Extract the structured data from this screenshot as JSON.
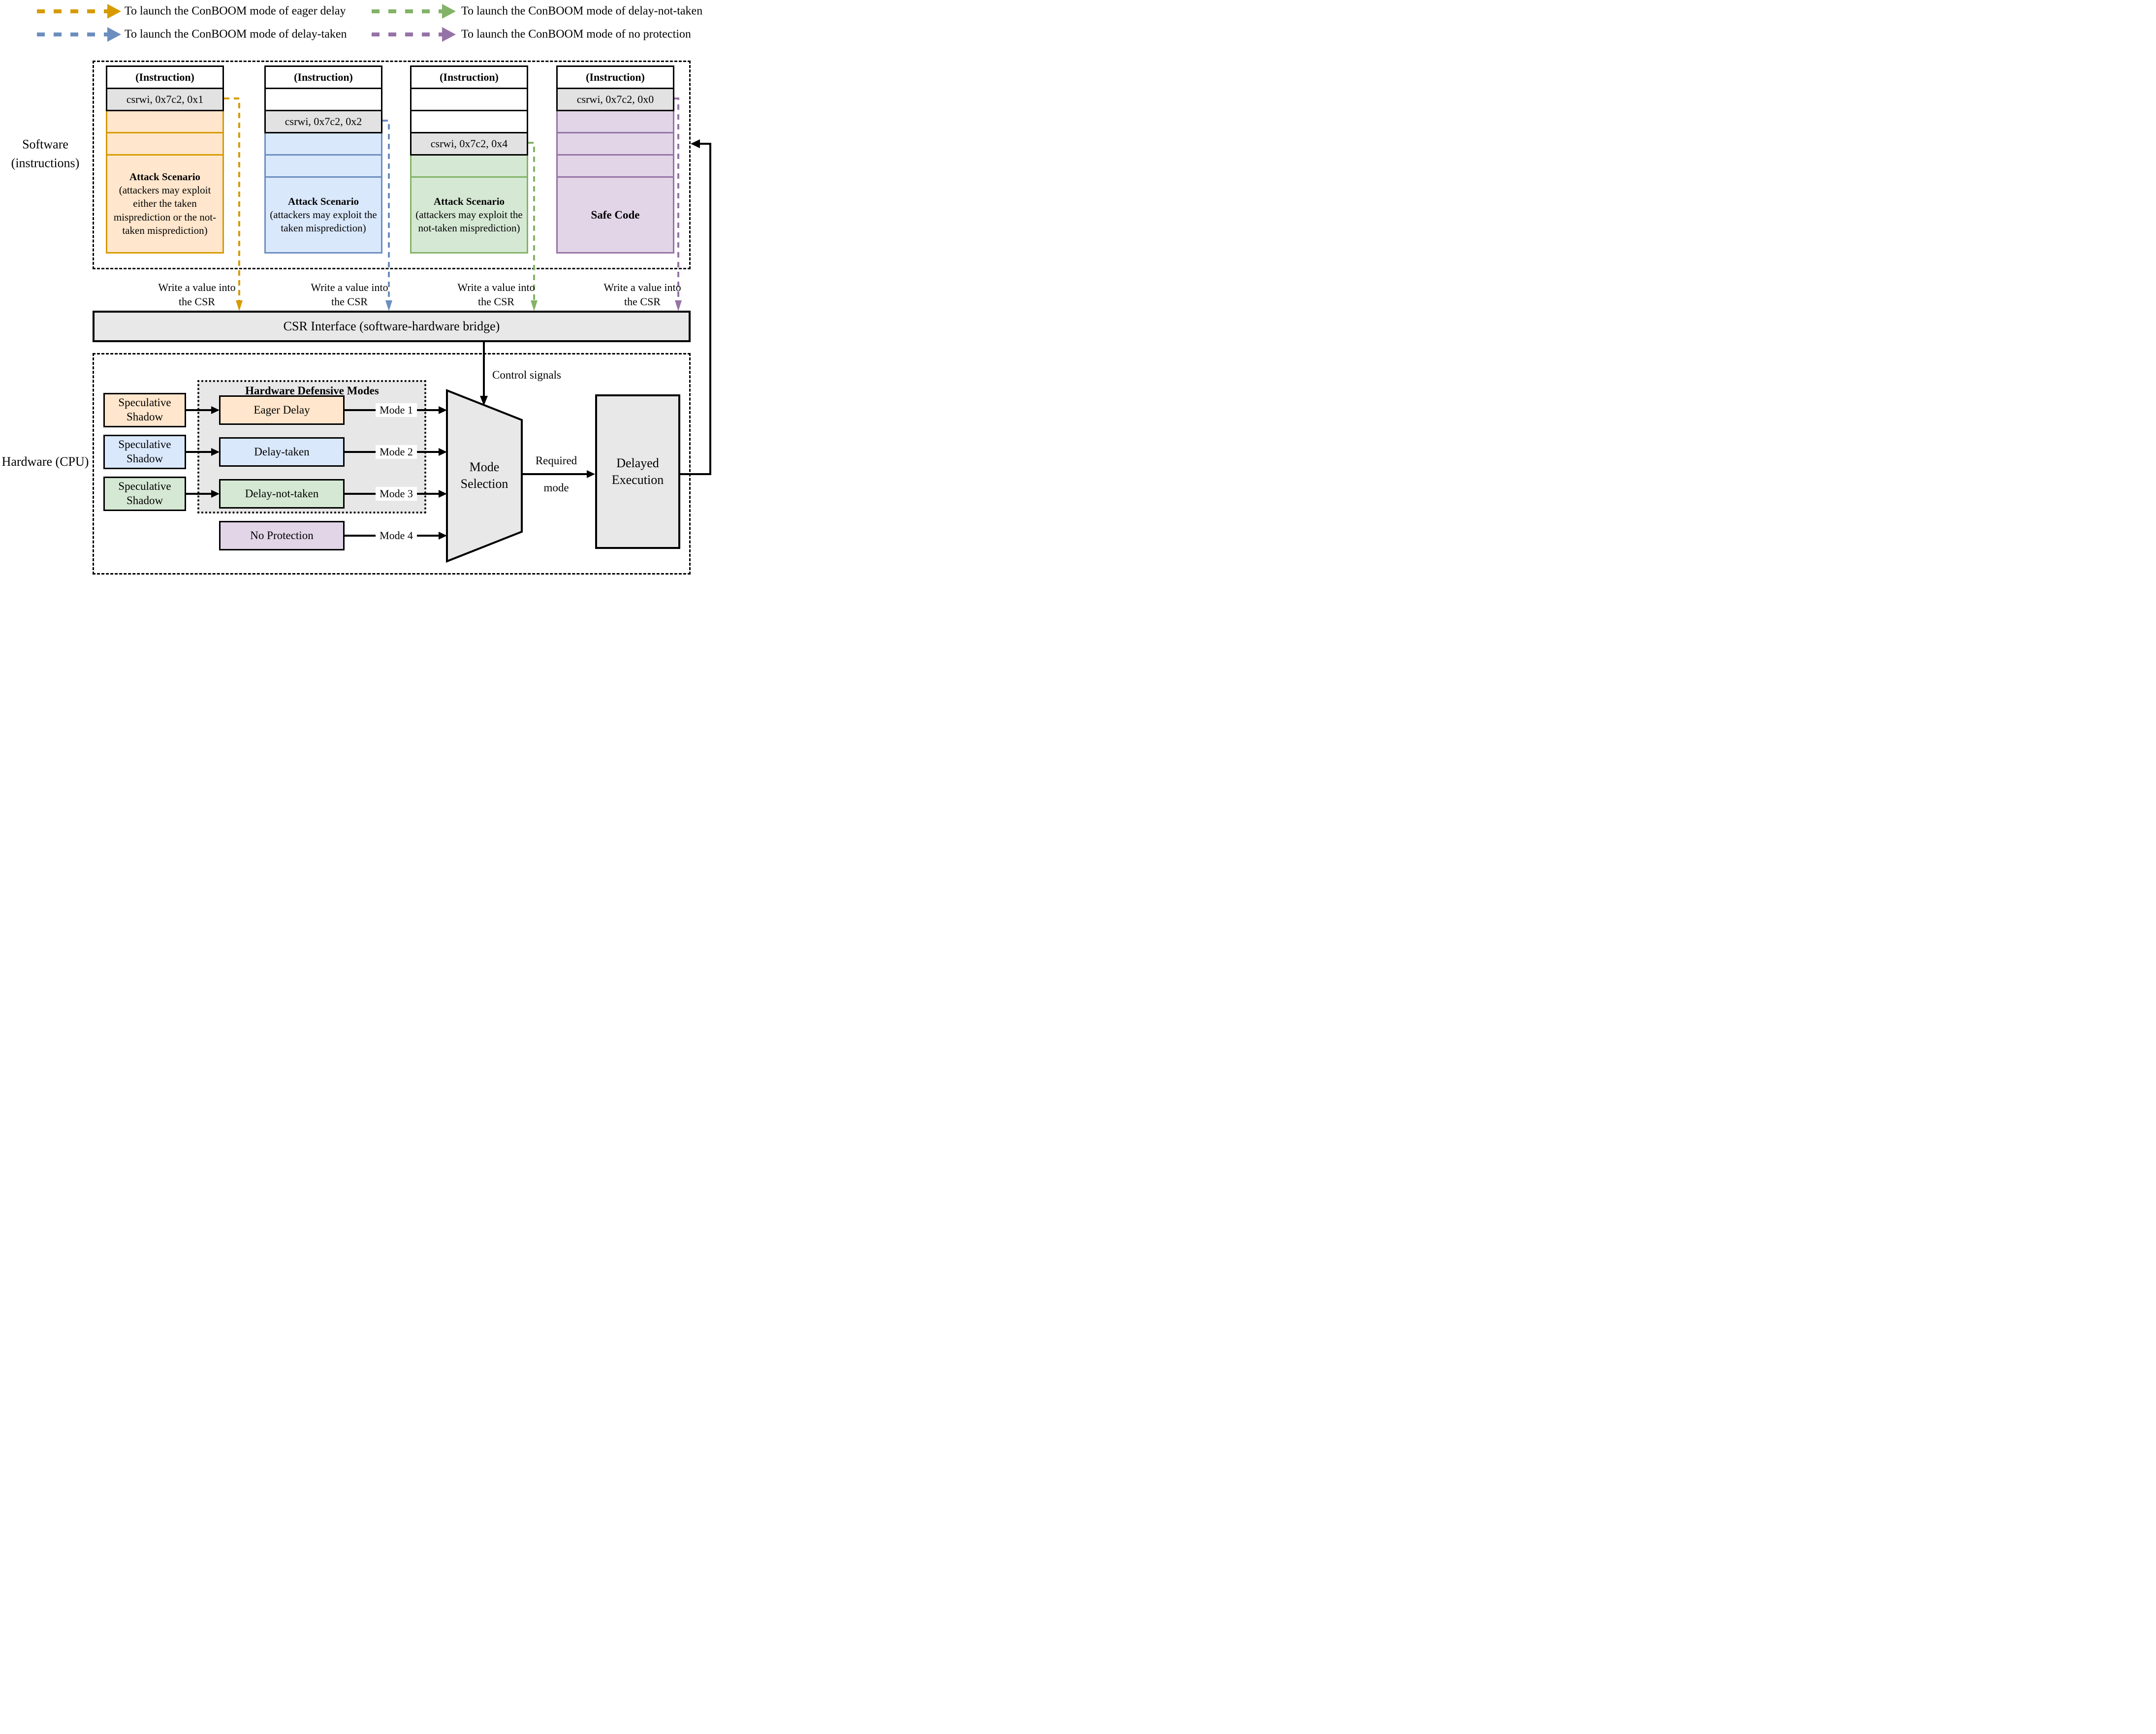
{
  "legend": {
    "items": [
      {
        "id": "eager-delay",
        "label": "To launch the ConBOOM mode of eager delay",
        "color": "#D79B00"
      },
      {
        "id": "delay-not-taken",
        "label": "To launch the ConBOOM mode of delay-not-taken",
        "color": "#82B366"
      },
      {
        "id": "delay-taken",
        "label": "To launch the ConBOOM mode of delay-taken",
        "color": "#6C8EBF"
      },
      {
        "id": "no-protection",
        "label": "To launch the ConBOOM mode of no protection",
        "color": "#9673A6"
      }
    ]
  },
  "software": {
    "section_label": "Software (instructions)",
    "write_csr_label": "Write a value into the CSR",
    "columns": [
      {
        "header": "(Instruction)",
        "csr_write": "csrwi, 0x7c2, 0x1",
        "body_title": "Attack Scenario",
        "body_text": "(attackers may exploit either the taken misprediction or the not-taken misprediction)",
        "color": "orange"
      },
      {
        "header": "(Instruction)",
        "csr_write": "csrwi, 0x7c2, 0x2",
        "body_title": "Attack Scenario",
        "body_text": "(attackers may exploit the taken misprediction)",
        "color": "blue"
      },
      {
        "header": "(Instruction)",
        "csr_write": "csrwi, 0x7c2, 0x4",
        "body_title": "Attack Scenario",
        "body_text": "(attackers may exploit the not-taken misprediction)",
        "color": "green"
      },
      {
        "header": "(Instruction)",
        "csr_write": "csrwi, 0x7c2, 0x0",
        "body_title": "Safe Code",
        "body_text": "",
        "color": "purple"
      }
    ]
  },
  "csr_interface": {
    "label": "CSR Interface (software-hardware bridge)"
  },
  "hardware": {
    "section_label": "Hardware (CPU)",
    "defensive_modes_title": "Hardware Defensive Modes",
    "speculative_shadow_label": "Speculative Shadow",
    "control_signals_label": "Control signals",
    "mode_selection_label": "Mode Selection",
    "required_mode_line1": "Required",
    "required_mode_line2": "mode",
    "delayed_execution_label": "Delayed Execution",
    "modes": [
      {
        "name": "Eager Delay",
        "port_label": "Mode 1",
        "color": "orange"
      },
      {
        "name": "Delay-taken",
        "port_label": "Mode 2",
        "color": "blue"
      },
      {
        "name": "Delay-not-taken",
        "port_label": "Mode 3",
        "color": "green"
      },
      {
        "name": "No Protection",
        "port_label": "Mode 4",
        "color": "purple"
      }
    ]
  },
  "colors": {
    "orange_border": "#D79B00",
    "orange_fill": "#FFE6CC",
    "blue_border": "#6C8EBF",
    "blue_fill": "#DAE8FC",
    "green_border": "#82B366",
    "green_fill": "#D5E8D4",
    "purple_border": "#9673A6",
    "purple_fill": "#E1D5E7",
    "gray_fill": "#E8E8E8",
    "instruction_row_gray": "#E2E2E2"
  }
}
